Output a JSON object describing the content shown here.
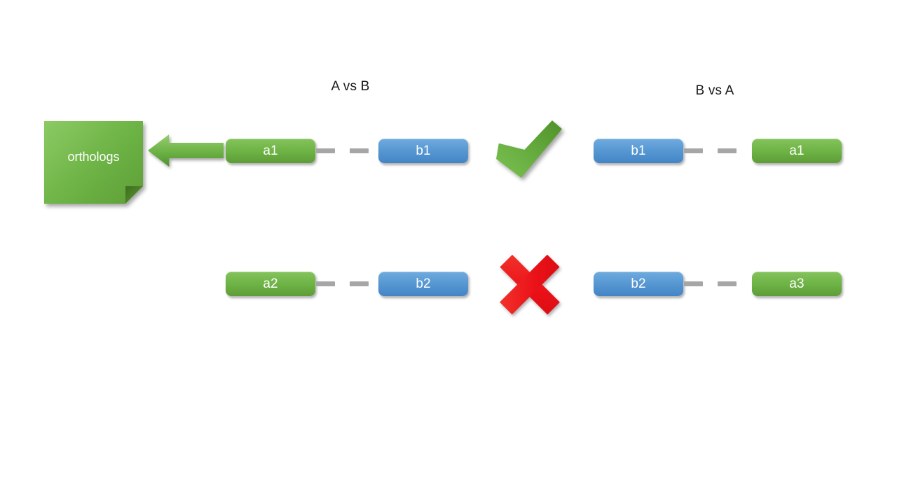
{
  "titles": {
    "left": "A vs B",
    "right": "B vs A"
  },
  "note": {
    "label": "orthologs"
  },
  "icons": {
    "arrow": "left-arrow-icon",
    "accepted": "check-icon",
    "rejected": "cross-icon"
  },
  "colors": {
    "green": "#6cb244",
    "blue": "#5495d1",
    "dash_gray": "#a6a6a6",
    "check_green": "#63a93c",
    "cross_red": "#ea1118",
    "background": "#ffffff"
  },
  "rows": [
    {
      "verdict": "accepted",
      "left_pair": {
        "first": "a1",
        "second": "b1"
      },
      "right_pair": {
        "first": "b1",
        "second": "a1"
      }
    },
    {
      "verdict": "rejected",
      "left_pair": {
        "first": "a2",
        "second": "b2"
      },
      "right_pair": {
        "first": "b2",
        "second": "a3"
      }
    }
  ]
}
